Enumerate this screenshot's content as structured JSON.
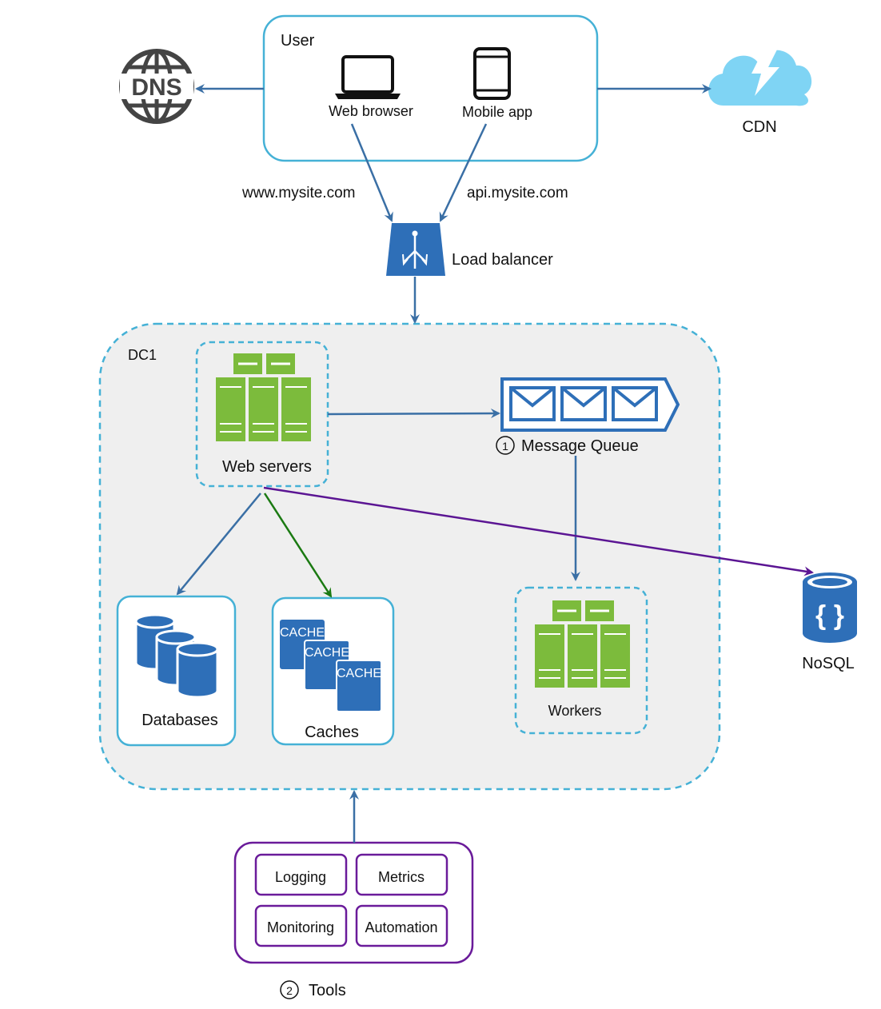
{
  "user": {
    "label": "User",
    "web_browser": "Web browser",
    "mobile_app": "Mobile app"
  },
  "dns": {
    "label": "DNS"
  },
  "cdn": {
    "label": "CDN"
  },
  "routes": {
    "web": "www.mysite.com",
    "api": "api.mysite.com"
  },
  "load_balancer": {
    "label": "Load balancer"
  },
  "dc": {
    "label": "DC1",
    "web_servers": "Web servers",
    "message_queue": {
      "number": "1",
      "label": "Message Queue"
    },
    "workers": "Workers",
    "databases": "Databases",
    "caches": {
      "label": "Caches",
      "cache_tags": [
        "CACHE",
        "CACHE",
        "CACHE"
      ]
    }
  },
  "nosql": {
    "label": "NoSQL",
    "glyph": "{ }"
  },
  "tools": {
    "number": "2",
    "label": "Tools",
    "items": [
      "Logging",
      "Metrics",
      "Monitoring",
      "Automation"
    ]
  },
  "colors": {
    "box_border": "#45b1d6",
    "arrow_blue": "#3a6fa5",
    "arrow_green": "#1b7a12",
    "arrow_purple": "#5b1593",
    "server_green": "#7cbb3c",
    "icon_blue": "#2e6fb8",
    "cdn_cloud": "#7fd4f4",
    "tools_border": "#6a1b9a",
    "dc_fill": "#efefef"
  }
}
